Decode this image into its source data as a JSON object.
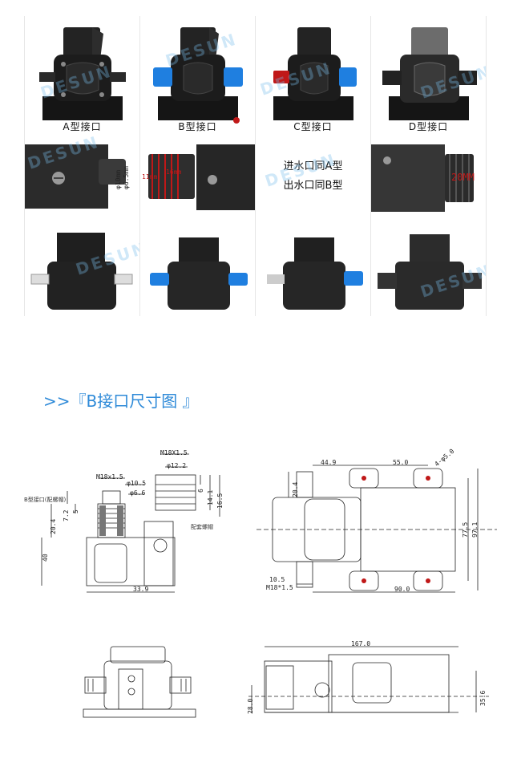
{
  "watermark": "DESUN",
  "captions": {
    "a": "A型接口",
    "b": "B型接口",
    "c": "C型接口",
    "d": "D型接口"
  },
  "note": {
    "line1": "进水口同A型",
    "line2": "出水口同B型"
  },
  "dims_photo": {
    "a_d1": "φ10mm",
    "a_d2": "φ6.5mm",
    "b_d1": "11mm",
    "b_d2": "16mm",
    "d_d1": "20MM"
  },
  "heading": ">>『B接口尺寸图 』",
  "drawing1": {
    "m18_top": "M18X1.5",
    "d122": "φ12.2",
    "m18": "M18x1.5",
    "d105": "φ10.5",
    "d66": "φ6.6",
    "label_b": "B型接口(配螺帽)",
    "label_nut": "配套螺帽",
    "v72": "7.2",
    "v5": "5",
    "v204": "20.4",
    "v40": "40",
    "v6": "6",
    "v141": "14.1",
    "v165": "16.5",
    "w339": "33.9"
  },
  "drawing2": {
    "d449": "44.9",
    "d550": "55.0",
    "d50": "4-φ5.0",
    "d204": "20.4",
    "d775": "77.5",
    "d971": "97.1",
    "d105": "10.5",
    "dm18": "M18*1.5",
    "d900": "90.0"
  },
  "drawing4": {
    "d1670": "167.0",
    "d280": "28.0",
    "d356": "35.6"
  },
  "colors": {
    "heading": "#2e8ad8",
    "red_port": "#c01818",
    "blue_port": "#1f7fe0",
    "pump_black": "#1e1e1e"
  }
}
